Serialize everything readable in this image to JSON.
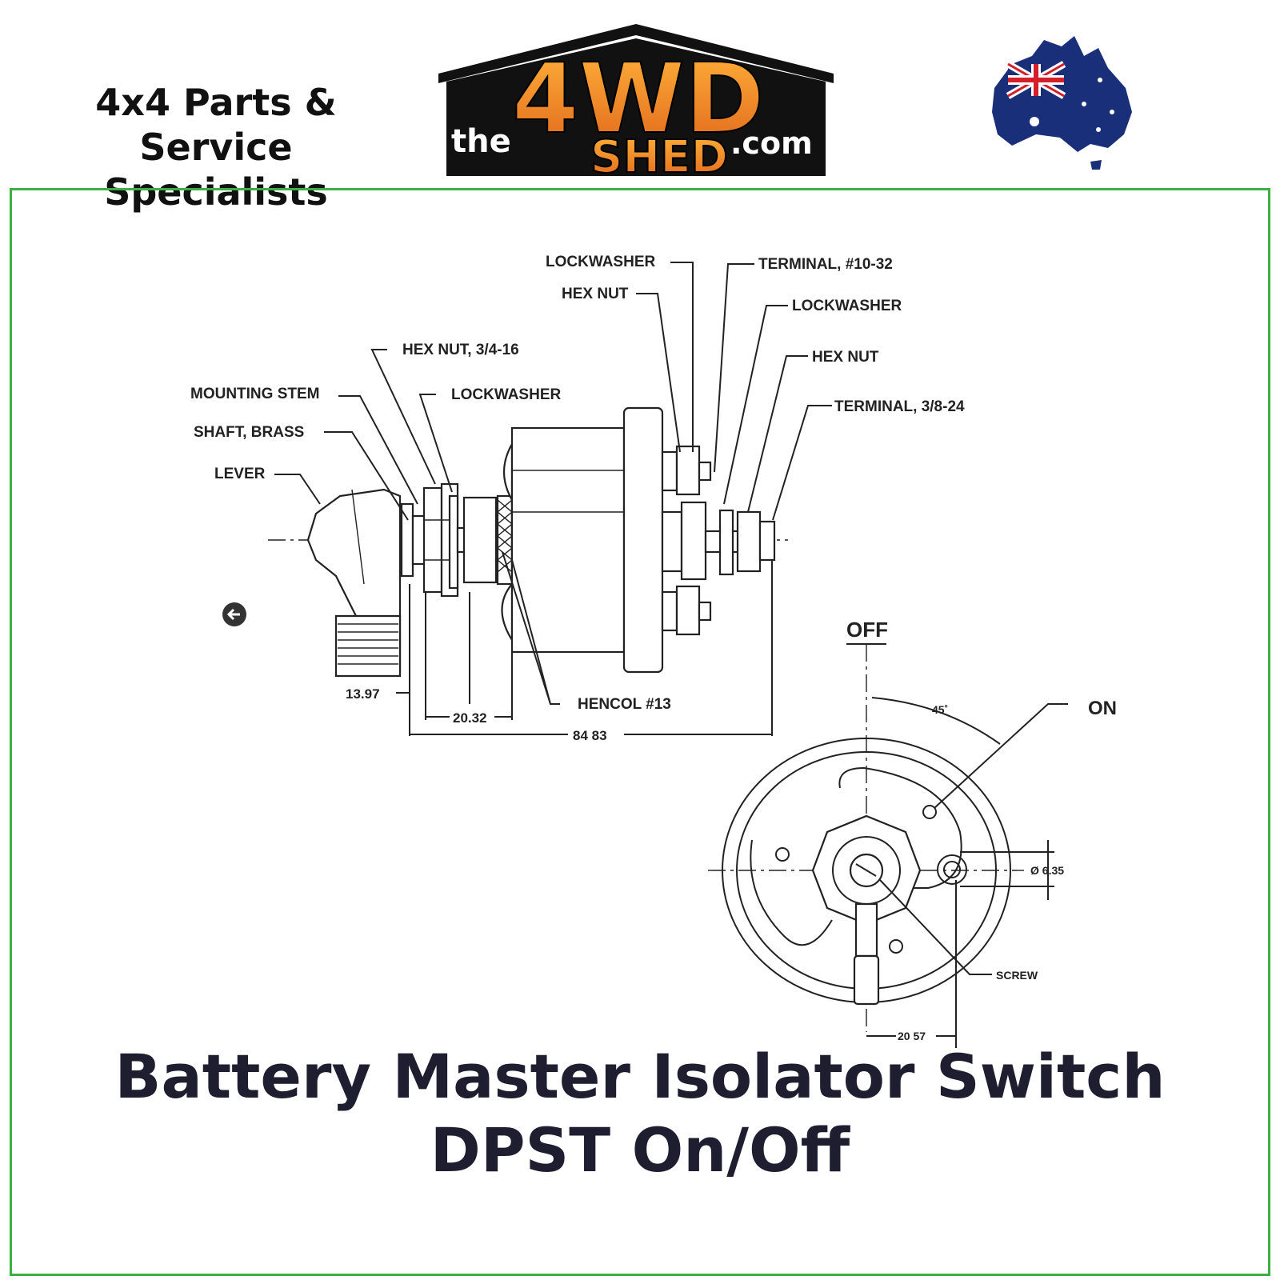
{
  "header": {
    "tagline_line1": "4x4 Parts & Service",
    "tagline_line2": "Specialists",
    "logo": {
      "the": "the",
      "big": "4WD",
      "shed": "SHED",
      "com": ".com"
    }
  },
  "diagram": {
    "labels": {
      "lockwasher_top": "LOCKWASHER",
      "hex_nut_top": "HEX NUT",
      "terminal_10_32": "TERMINAL, #10-32",
      "lockwasher_mid": "LOCKWASHER",
      "hex_nut_mid": "HEX NUT",
      "terminal_38_24": "TERMINAL, 3/8-24",
      "hex_nut_34_16": "HEX NUT, 3/4-16",
      "mounting_stem": "MOUNTING STEM",
      "lockwasher_left": "LOCKWASHER",
      "shaft_brass": "SHAFT, BRASS",
      "lever": "LEVER",
      "hencol": "HENCOL #13",
      "off": "OFF",
      "on": "ON",
      "angle": "45˚",
      "diameter": "Ø 6.35",
      "screw": "SCREW"
    },
    "dimensions": {
      "d1": "13.97",
      "d2": "20.32",
      "d3": "84 83",
      "d4": "20 57"
    }
  },
  "title": {
    "line1": "Battery Master Isolator Switch",
    "line2": "DPST On/Off"
  },
  "colors": {
    "frame_border": "#3cb043",
    "logo_orange": "#f28a1a",
    "title_color": "#1e1e30"
  }
}
